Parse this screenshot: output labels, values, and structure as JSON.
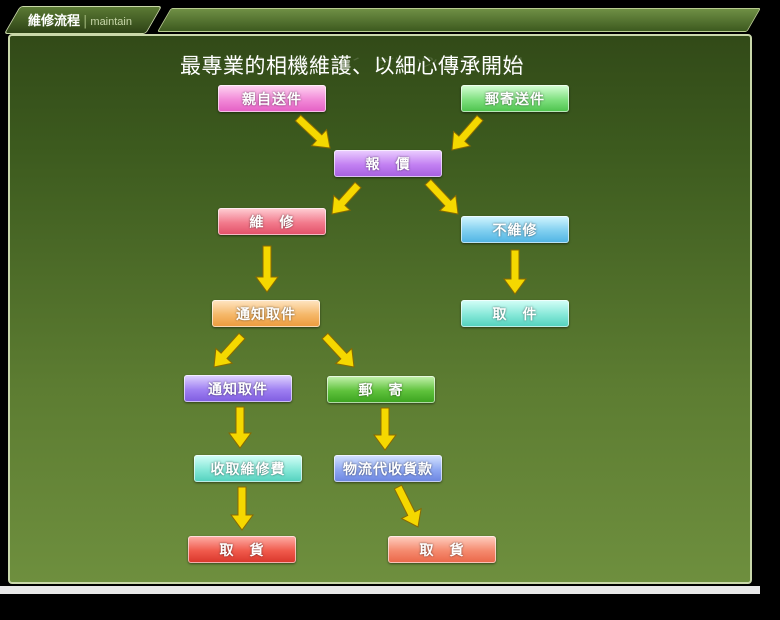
{
  "header": {
    "tab_title": "維修流程",
    "tab_subtitle": "maintain"
  },
  "headline": "最專業的相機維護、以細心傳承開始",
  "nodes": {
    "self_delivery": "親自送件",
    "mail_delivery": "郵寄送件",
    "quote": "報　價",
    "repair": "維　修",
    "no_repair": "不維修",
    "pickup_notice": "通知取件",
    "pickup_return": "取　件",
    "pickup_notice_2": "通知取件",
    "mail_back": "郵　寄",
    "collect_fee": "收取維修費",
    "cod": "物流代收貨款",
    "receive_1": "取　貨",
    "receive_2": "取　貨"
  },
  "colors": {
    "arrow_fill": "#f5d800",
    "arrow_stroke": "#8a6a00"
  }
}
